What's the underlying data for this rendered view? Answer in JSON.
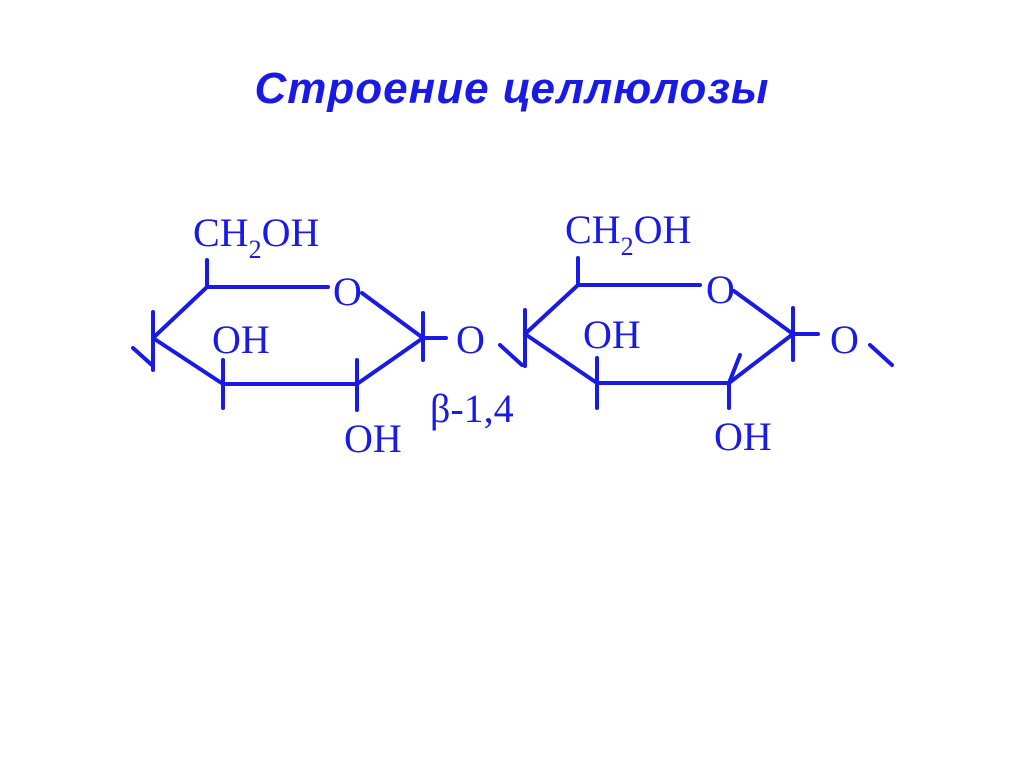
{
  "slide": {
    "title": "Строение целлюлозы"
  },
  "colors": {
    "structure": "#1a1ae6",
    "background": "#ffffff"
  },
  "molecule": {
    "units": [
      {
        "ch2oh_prefix": "CH",
        "ch2oh_sub": "2",
        "ch2oh_suffix": "OH",
        "ring_oxygen": "O",
        "oh_inside": "OH",
        "oh_bottom": "OH",
        "bridge_oxygen": "O"
      },
      {
        "ch2oh_prefix": "CH",
        "ch2oh_sub": "2",
        "ch2oh_suffix": "OH",
        "ring_oxygen": "O",
        "oh_inside": "OH",
        "oh_bottom": "OH",
        "bridge_oxygen": "O"
      }
    ],
    "linkage_label": "β-1,4"
  }
}
